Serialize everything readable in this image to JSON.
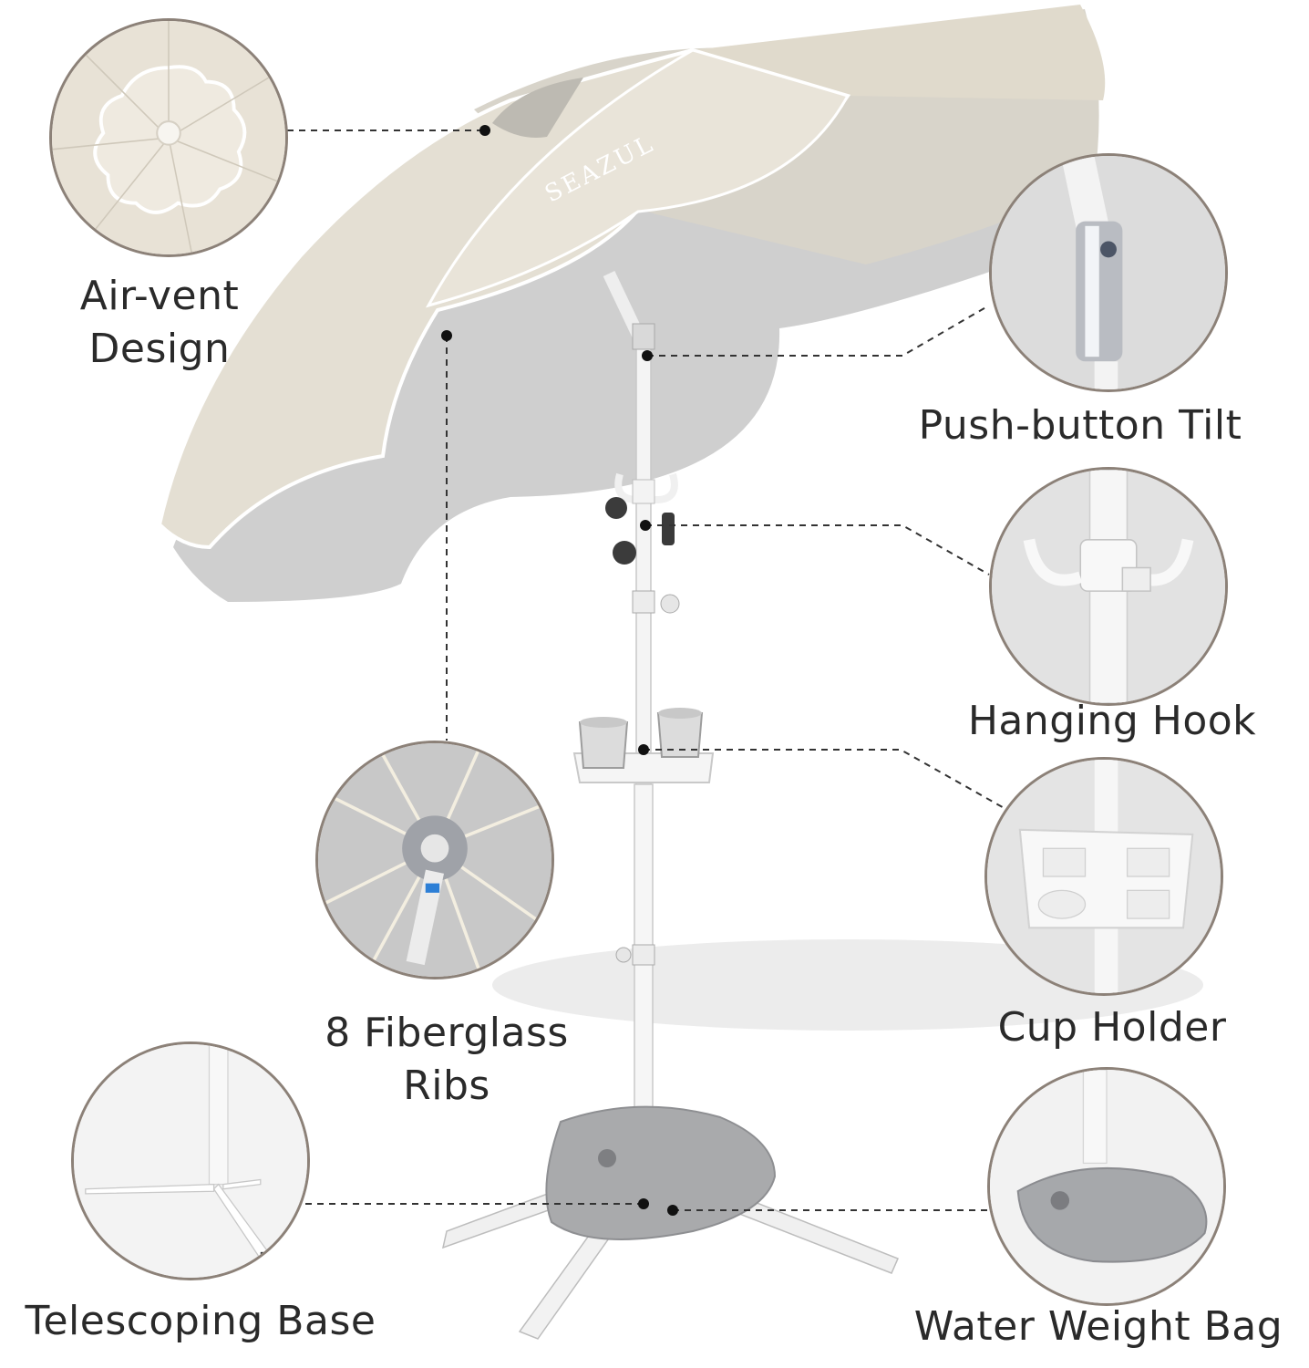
{
  "product": {
    "brand_text": "SEAZUL",
    "colors": {
      "canopy_top": "#e3ddd0",
      "canopy_under": "#c9c9c9",
      "pole": "#f4f4f4",
      "weight_bag": "#a9aaac",
      "inset_border": "#8c8178",
      "text": "#2a2a2a"
    }
  },
  "features": {
    "air_vent": {
      "line1": "Air-vent",
      "line2": "Design",
      "icon": "air-vent-icon"
    },
    "tilt": {
      "label": "Push-button Tilt",
      "icon": "tilt-joint-icon"
    },
    "hook": {
      "label": "Hanging Hook",
      "icon": "hook-icon"
    },
    "ribs": {
      "line1": "8 Fiberglass",
      "line2": "Ribs",
      "icon": "ribs-icon"
    },
    "cup": {
      "label": "Cup Holder",
      "icon": "cup-holder-icon"
    },
    "base": {
      "label": "Telescoping Base",
      "icon": "base-icon"
    },
    "bag": {
      "label": "Water Weight Bag",
      "icon": "weight-bag-icon"
    }
  }
}
